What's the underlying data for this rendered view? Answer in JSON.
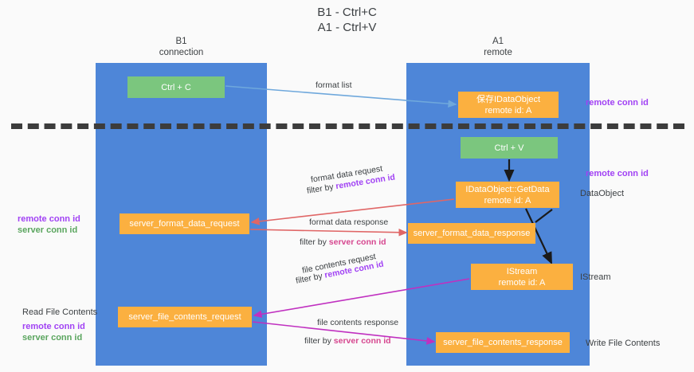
{
  "title": {
    "line1": "B1 - Ctrl+C",
    "line2": "A1 - Ctrl+V"
  },
  "lanes": [
    {
      "id": "b1",
      "name": "B1",
      "role": "connection"
    },
    {
      "id": "a1",
      "name": "A1",
      "role": "remote"
    }
  ],
  "boxes": {
    "ctrl_c": {
      "label": "Ctrl + C",
      "color": "#7bc67e"
    },
    "data_object": {
      "label": "保存IDataObject",
      "sub": "remote id: A",
      "color": "#fbb040"
    },
    "ctrl_v": {
      "label": "Ctrl + V",
      "color": "#7bc67e"
    },
    "get_data": {
      "label": "IDataObject::GetData",
      "sub": "remote id: A",
      "color": "#fbb040"
    },
    "format_data_request": {
      "label": "server_format_data_request",
      "color": "#fbb040"
    },
    "format_data_response": {
      "label": "server_format_data_response",
      "color": "#fbb040"
    },
    "istream": {
      "label": "IStream",
      "sub": "remote id: A",
      "color": "#fbb040"
    },
    "file_contents_request": {
      "label": "server_file_contents_request",
      "color": "#fbb040"
    },
    "file_contents_response": {
      "label": "server_file_contents_response",
      "color": "#fbb040"
    }
  },
  "edge_labels": {
    "format_list": "format list",
    "format_data_request": "format data request",
    "format_data_request_filter_prefix": "filter by ",
    "format_data_request_filter_key": "remote conn id",
    "format_data_response": "format data response",
    "format_data_response_filter_prefix": "filter by ",
    "format_data_response_filter_key": "server conn id",
    "file_contents_request": "file contents request",
    "file_contents_request_filter_prefix": "filter by ",
    "file_contents_request_filter_key": "remote conn id",
    "file_contents_response": "file contents response",
    "file_contents_response_filter_prefix": "filter by ",
    "file_contents_response_filter_key": "server conn id"
  },
  "annotations": {
    "right": [
      {
        "text": "remote conn id",
        "style": "purple"
      },
      {
        "text": "remote conn id",
        "style": "purple"
      },
      {
        "text": "DataObject",
        "style": "plain"
      },
      {
        "text": "IStream",
        "style": "plain"
      },
      {
        "text": "Write File Contents",
        "style": "plain"
      }
    ],
    "left": {
      "group1": [
        {
          "text": "remote conn id",
          "style": "purple"
        },
        {
          "text": "server conn id",
          "style": "green"
        }
      ],
      "group2_title": "Read File Contents",
      "group2": [
        {
          "text": "remote conn id",
          "style": "purple"
        },
        {
          "text": "server conn id",
          "style": "green"
        }
      ]
    }
  },
  "colors": {
    "lane": "#4e86d8",
    "green_box": "#7bc67e",
    "orange_box": "#fbb040",
    "purple": "#a142f4",
    "pink": "#d6468f",
    "green_text": "#5aa55e",
    "divider": "#3c3c3c",
    "arrow_blue": "#6fa8dc",
    "arrow_red": "#e06666",
    "arrow_magenta": "#c030c0",
    "arrow_black": "#1a1a1a",
    "background": "#fafafa"
  }
}
